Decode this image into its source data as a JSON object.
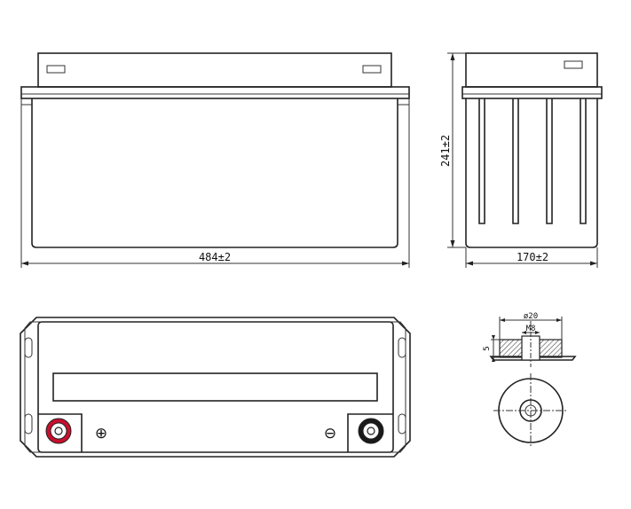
{
  "dimensions": {
    "length": "484±2",
    "height": "241±2",
    "width": "170±2",
    "terminal_outer_diameter": "ø20",
    "terminal_thread": "M8",
    "terminal_depth": "5"
  },
  "polarity": {
    "positive_symbol": "⊕",
    "negative_symbol": "⊖"
  },
  "colors": {
    "positive_terminal": "#c8102e",
    "negative_terminal": "#1a1a1a",
    "line": "#222222"
  }
}
